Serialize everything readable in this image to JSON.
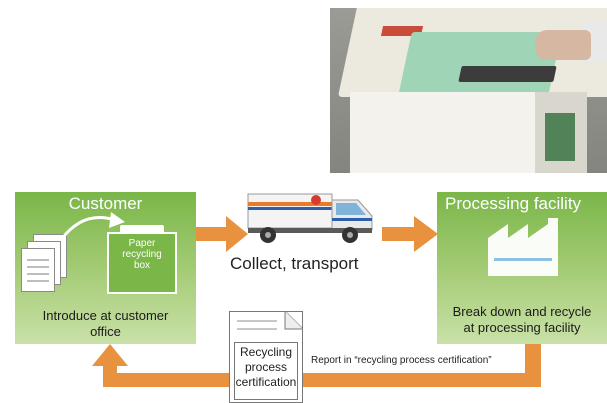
{
  "customer": {
    "title": "Customer",
    "caption_line1": "Introduce at customer",
    "caption_line2": "office",
    "box_label_line1": "Paper",
    "box_label_line2": "recycling",
    "box_label_line3": "box"
  },
  "transport": {
    "label": "Collect, transport"
  },
  "facility": {
    "title": "Processing facility",
    "caption_line1": "Break down and recycle",
    "caption_line2": "at processing facility"
  },
  "certificate": {
    "line1": "Recycling",
    "line2": "process",
    "line3": "certification",
    "report_label": "Report in “recycling process certification”"
  },
  "icons": [
    "document-stack-icon",
    "curved-arrow-icon",
    "recycling-box-icon",
    "truck-icon",
    "factory-icon",
    "certificate-icon"
  ],
  "colors": {
    "panel_green": "#7ab648",
    "arrow_orange": "#e8913f",
    "text_white": "#ffffff"
  }
}
